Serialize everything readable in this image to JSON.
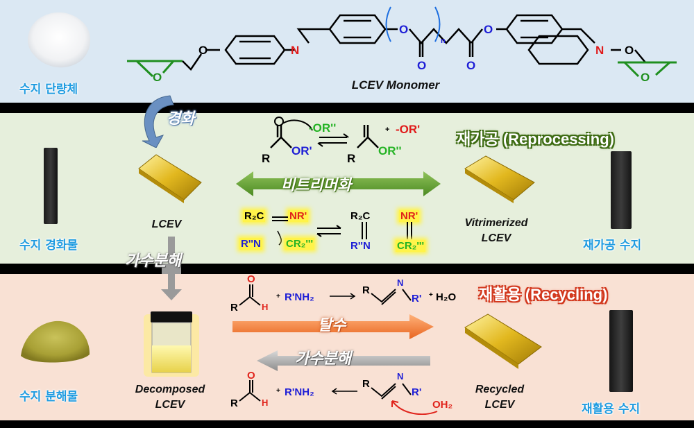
{
  "top": {
    "label_monomer_ko": "수지 단량체",
    "monomer_name": "LCEV Monomer",
    "atoms": {
      "o_left": "O",
      "n_left": "N",
      "o_ester_left": "O",
      "o_carbonyl_left": "O",
      "n_sub": "n",
      "o_carbonyl_right": "O",
      "o_ester_right": "O",
      "n_right": "N",
      "o_right": "O",
      "epox_o_left": "O",
      "epox_o_right": "O"
    }
  },
  "middle": {
    "cure_label": "경화",
    "cured_resin_label": "수지 경화물",
    "lcev_caption": "LCEV",
    "vitrimerized_caption_1": "Vitrimerized",
    "vitrimerized_caption_2": "LCEV",
    "reprocessing_title": "재가공 (Reprocessing)",
    "reprocessed_resin_label": "재가공 수지",
    "vitrimerization_label": "비트리머화",
    "transester": {
      "or2_top": "-OR''",
      "or1_plus": "-OR'",
      "plus": "+",
      "r_left": "R",
      "or1_left": "OR'",
      "r_right": "R",
      "or2_right": "OR''"
    },
    "imine_exchange": {
      "r2c": "R₂C",
      "nr1": "NR'",
      "r2n": "R''N",
      "cr2": "CR₂'''",
      "r2c_b": "R₂C",
      "r2n_b": "R''N",
      "nr1_b": "NR'",
      "cr2_b": "CR₂'''"
    }
  },
  "bottom": {
    "hydrolysis_label_mid": "가수분해",
    "decomposed_label": "수지 분해물",
    "decomposed_caption_1": "Decomposed",
    "decomposed_caption_2": "LCEV",
    "recycling_title": "재활용 (Recycling)",
    "recycled_caption_1": "Recycled",
    "recycled_caption_2": "LCEV",
    "recycled_resin_label": "재활용 수지",
    "dehydration_label": "탈수",
    "hydrolysis_label_bottom": "가수분해",
    "rxn_top": {
      "r": "R",
      "o": "O",
      "h": "H",
      "plus1": "+",
      "amine": "R'NH₂",
      "r2": "R",
      "n": "N",
      "r3": "R'",
      "plus2": "+",
      "water": "H₂O"
    },
    "rxn_bottom": {
      "r": "R",
      "o": "O",
      "h": "H",
      "plus1": "+",
      "amine": "R'NH₂",
      "r2": "R",
      "n": "N",
      "r3": "R'",
      "oh2": "OH₂"
    }
  }
}
